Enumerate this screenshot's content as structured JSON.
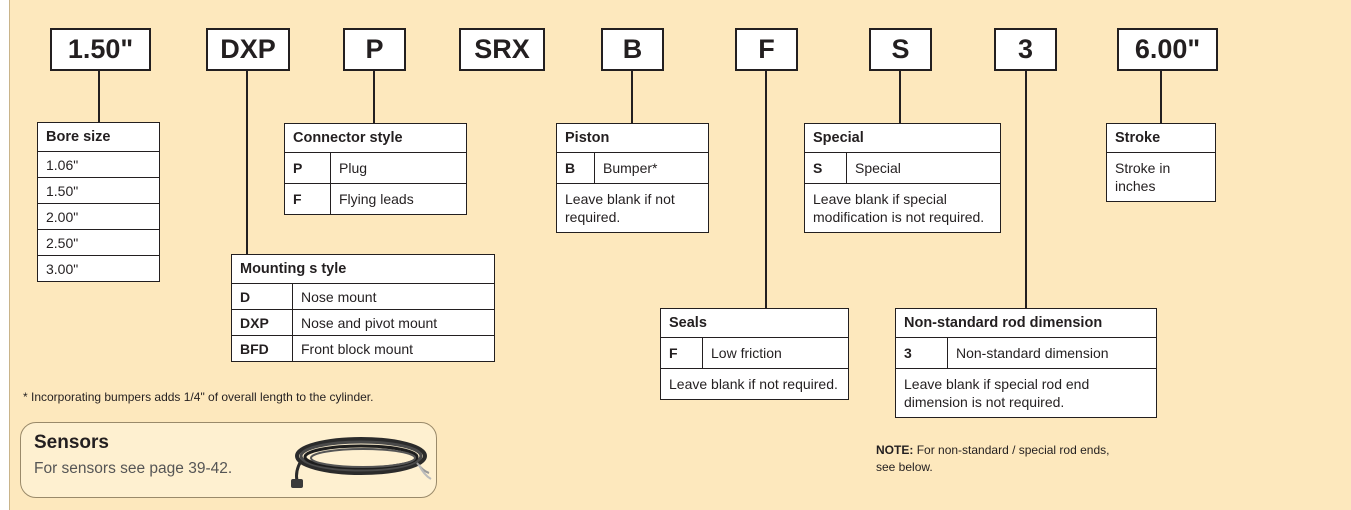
{
  "codes": [
    "1.50\"",
    "DXP",
    "P",
    "SRX",
    "B",
    "F",
    "S",
    "3",
    "6.00\""
  ],
  "bore_size": {
    "title": "Bore size",
    "options": [
      "1.06\"",
      "1.50\"",
      "2.00\"",
      "2.50\"",
      "3.00\""
    ]
  },
  "connector_style": {
    "title": "Connector style",
    "rows": [
      {
        "code": "P",
        "desc": "Plug"
      },
      {
        "code": "F",
        "desc": "Flying leads"
      }
    ]
  },
  "mounting_style": {
    "title": "Mounting s tyle",
    "rows": [
      {
        "code": "D",
        "desc": "Nose mount"
      },
      {
        "code": "DXP",
        "desc": "Nose and pivot mount"
      },
      {
        "code": "BFD",
        "desc": "Front block mount"
      }
    ]
  },
  "piston": {
    "title": "Piston",
    "rows": [
      {
        "code": "B",
        "desc": "Bumper*"
      }
    ],
    "note": "Leave blank if not required."
  },
  "seals": {
    "title": "Seals",
    "rows": [
      {
        "code": "F",
        "desc": "Low friction"
      }
    ],
    "note": "Leave blank if not required."
  },
  "special": {
    "title": "Special",
    "rows": [
      {
        "code": "S",
        "desc": "Special"
      }
    ],
    "note": "Leave blank if special modification is not required."
  },
  "rod_dimension": {
    "title": "Non-standard rod dimension",
    "rows": [
      {
        "code": "3",
        "desc": "Non-standard dimension"
      }
    ],
    "note": "Leave blank if special rod end dimension is not required."
  },
  "stroke": {
    "title": "Stroke",
    "desc": "Stroke in inches"
  },
  "footnote": "* Incorporating bumpers adds 1/4\" of overall length to the cylinder.",
  "note": {
    "label": "NOTE:",
    "text": "For non-standard / special rod ends, see below."
  },
  "sensors": {
    "title": "Sensors",
    "text": "For sensors see page 39-42.",
    "image_icon": "sensor-cable-image"
  },
  "colors": {
    "panel_background": "#fde8bd",
    "line": "#231f20",
    "box_background": "#ffffff"
  }
}
